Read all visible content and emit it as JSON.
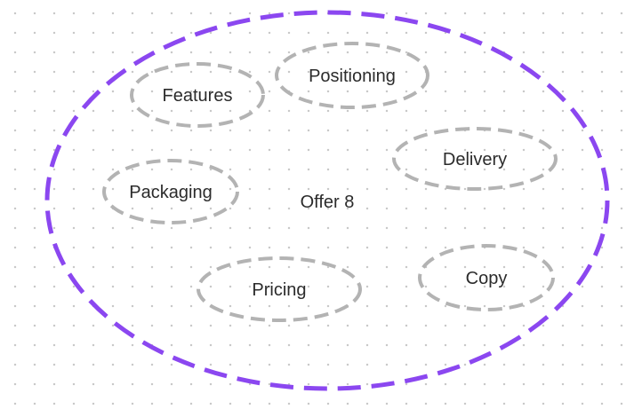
{
  "diagram": {
    "center_label": "Offer 8",
    "outer_color": "#8b47f0",
    "inner_color": "#b3b3b3",
    "nodes": [
      {
        "label": "Features"
      },
      {
        "label": "Positioning"
      },
      {
        "label": "Delivery"
      },
      {
        "label": "Packaging"
      },
      {
        "label": "Pricing"
      },
      {
        "label": "Copy"
      }
    ]
  }
}
